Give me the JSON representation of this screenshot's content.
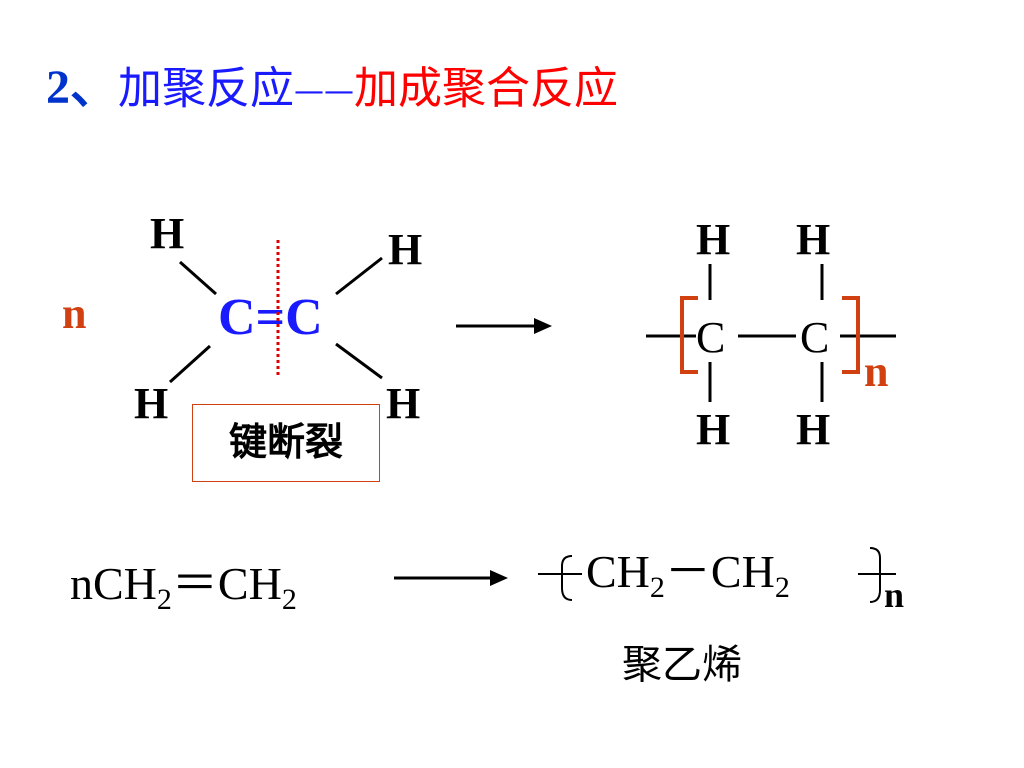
{
  "title": {
    "number": "2、",
    "blue_text": "加聚反应",
    "dash": "——",
    "red_text": "加成聚合反应"
  },
  "left_diagram": {
    "coefficient": "n",
    "carbon_bond": "C=C",
    "h_top_left": "H",
    "h_top_right": "H",
    "h_bottom_left": "H",
    "h_bottom_right": "H",
    "bond_break_label": "键断裂"
  },
  "right_diagram": {
    "h_top_1": "H",
    "h_top_2": "H",
    "c_1": "C",
    "c_2": "C",
    "h_bottom_1": "H",
    "h_bottom_2": "H",
    "subscript_n": "n"
  },
  "equation": {
    "reactant_n": "nCH",
    "reactant_sub1": "2",
    "reactant_eq": "＝CH",
    "reactant_sub2": "2",
    "product_a": "CH",
    "product_sub1": "2",
    "product_dash": "－CH",
    "product_sub2": "2",
    "product_n": "n",
    "product_name": "聚乙烯"
  },
  "colors": {
    "blue": "#1a1aff",
    "red": "#ff0000",
    "bracket_orange": "#d04010",
    "dotted_line": "#e00000"
  }
}
